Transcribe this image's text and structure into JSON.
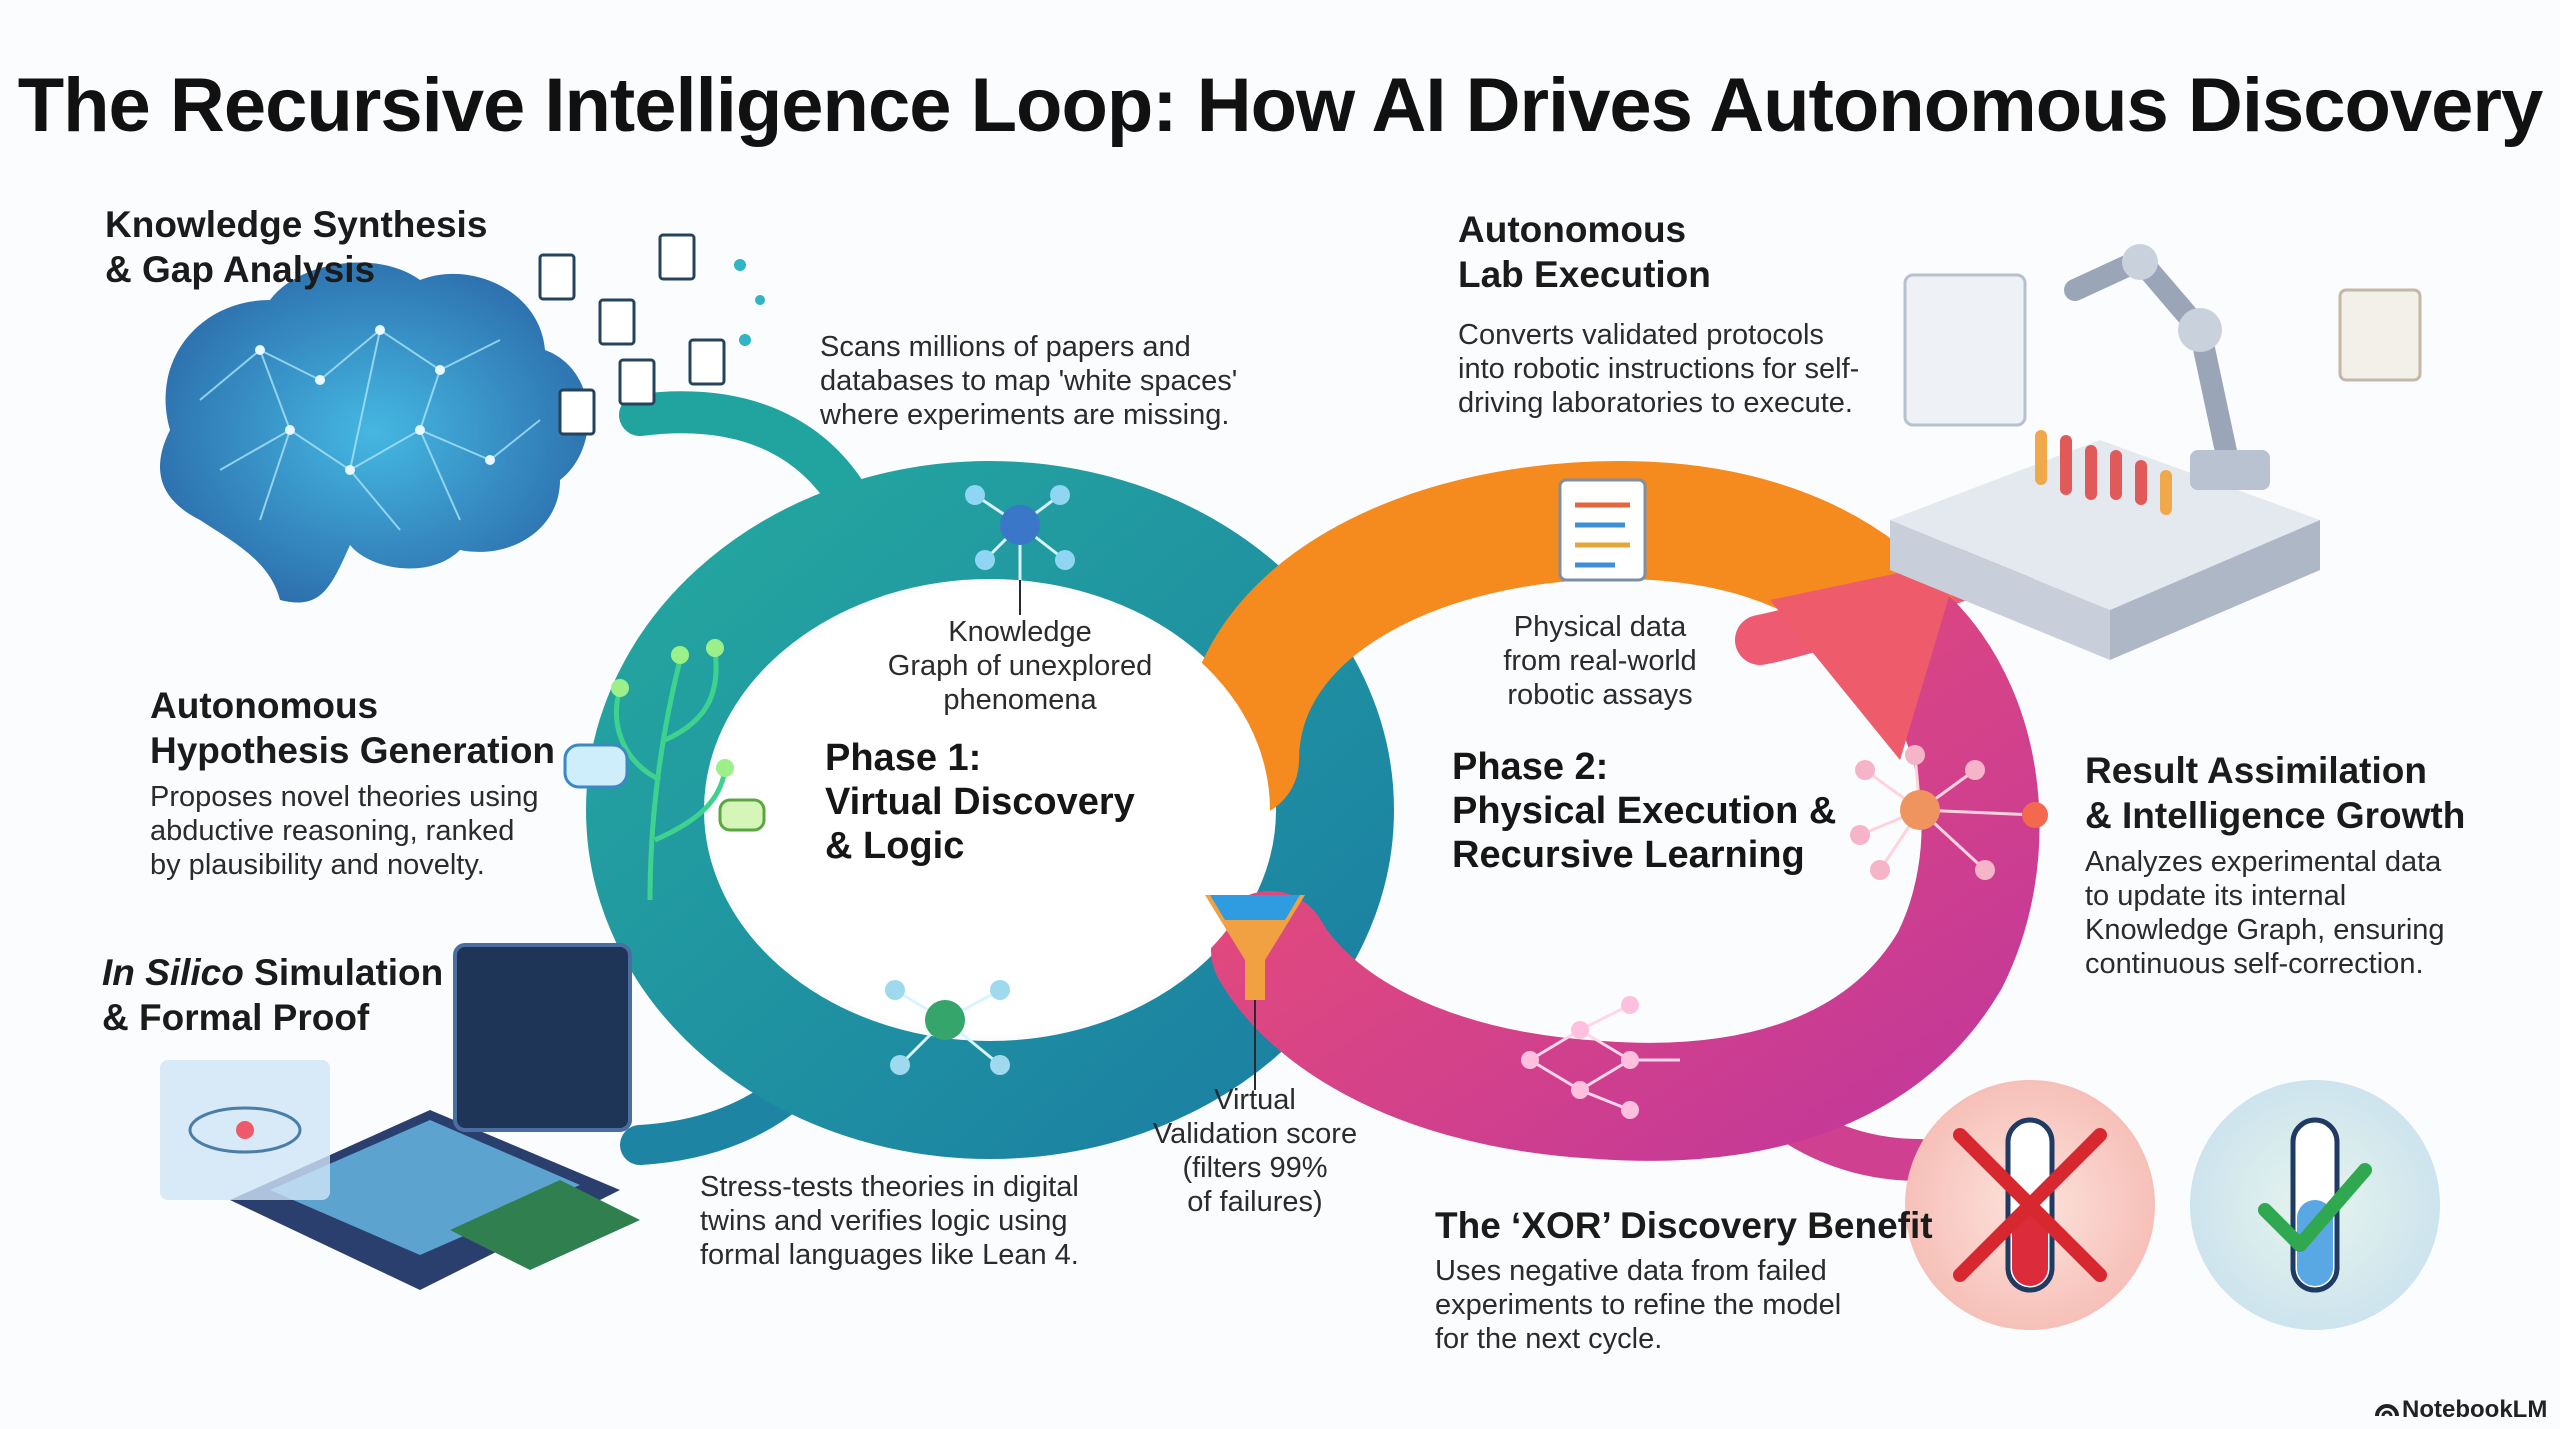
{
  "title": "The Recursive Intelligence Loop: How AI Drives Autonomous Discovery",
  "sections": {
    "knowledge_synthesis": {
      "heading_line1": "Knowledge Synthesis",
      "heading_line2": "& Gap Analysis",
      "text_line1": "Scans millions of papers and",
      "text_line2": "databases to map 'white spaces'",
      "text_line3": "where experiments are missing."
    },
    "hypothesis": {
      "heading_line1": "Autonomous",
      "heading_line2": "Hypothesis Generation",
      "text_line1": "Proposes novel theories using",
      "text_line2": "abductive reasoning, ranked",
      "text_line3": "by plausibility and novelty."
    },
    "simulation": {
      "heading_italic": "In Silico",
      "heading_rest": " Simulation",
      "heading_line2": "& Formal Proof",
      "text_line1": "Stress-tests theories in digital",
      "text_line2": "twins and verifies logic using",
      "text_line3": "formal languages like Lean 4."
    },
    "lab_execution": {
      "heading_line1": "Autonomous",
      "heading_line2": "Lab Execution",
      "text_line1": "Converts validated protocols",
      "text_line2": "into robotic instructions for self-",
      "text_line3": "driving laboratories to execute."
    },
    "assimilation": {
      "heading_line1": "Result Assimilation",
      "heading_line2": "& Intelligence Growth",
      "text_line1": "Analyzes experimental data",
      "text_line2": "to update its internal",
      "text_line3": "Knowledge Graph, ensuring",
      "text_line4": "continuous self-correction."
    },
    "xor": {
      "heading": "The ‘XOR’ Discovery Benefit",
      "text_line1": "Uses negative data from failed",
      "text_line2": "experiments to refine the model",
      "text_line3": "for the next cycle."
    }
  },
  "phase1": {
    "line1": "Phase 1:",
    "line2": "Virtual Discovery",
    "line3": "& Logic"
  },
  "phase2": {
    "line1": "Phase 2:",
    "line2": "Physical Execution &",
    "line3": "Recursive Learning"
  },
  "callouts": {
    "knowledge_graph": {
      "line1": "Knowledge",
      "line2": "Graph of unexplored",
      "line3": "phenomena"
    },
    "physical_data": {
      "line1": "Physical data",
      "line2": "from real-world",
      "line3": "robotic assays"
    },
    "virtual_validation": {
      "line1": "Virtual",
      "line2": "Validation score",
      "line3": "(filters 99%",
      "line4": "of failures)"
    }
  },
  "brand": "NotebookLM",
  "colors": {
    "teal": "#1f9aa6",
    "teal_dark": "#1a7fa0",
    "orange": "#f58a1f",
    "pink": "#e0407a",
    "magenta": "#c83c96",
    "blue": "#2a6fb0",
    "red": "#e2483f",
    "green": "#2fa84f"
  },
  "icons": [
    "brain-network-icon",
    "documents-icon",
    "plant-network-icon",
    "chat-bubble-icon",
    "chip-simulation-icon",
    "molecule-icon",
    "funnel-icon",
    "protocol-document-icon",
    "robot-arm-lab-icon",
    "network-node-icon",
    "flow-network-icon",
    "test-tube-fail-icon",
    "test-tube-success-icon",
    "notebooklm-logo-icon"
  ]
}
